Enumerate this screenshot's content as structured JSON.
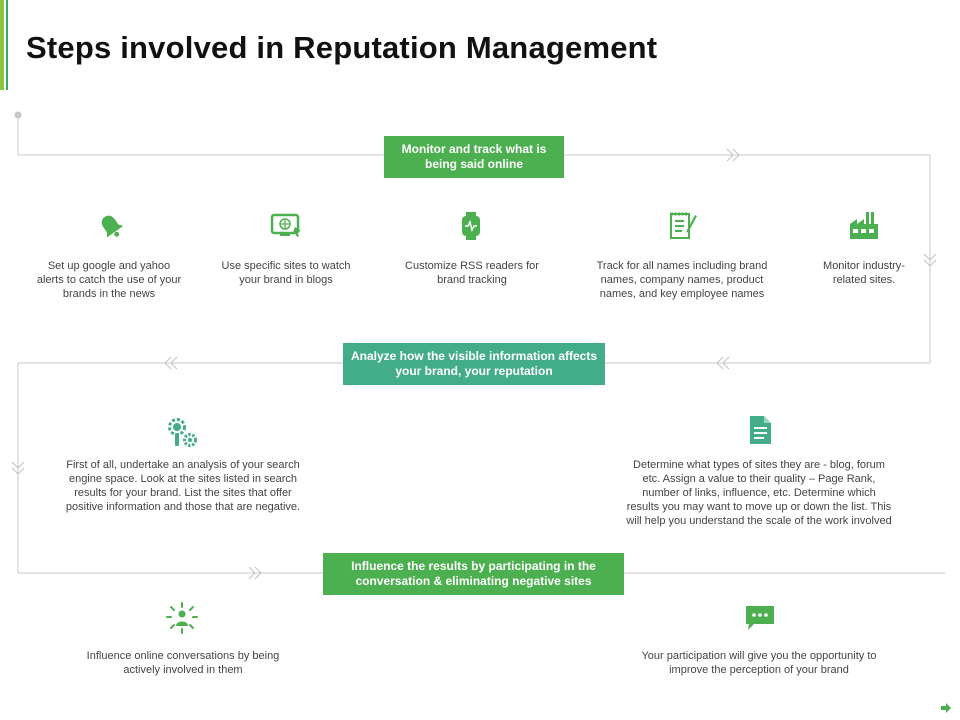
{
  "title": "Steps involved in Reputation Management",
  "colors": {
    "green": "#4caf50",
    "teal": "#43ad8a",
    "line": "#c8c8c8",
    "accent_light": "#8cc63f"
  },
  "stages": [
    {
      "label": "Monitor and track what is being said online"
    },
    {
      "label": "Analyze how the visible information affects your brand, your reputation"
    },
    {
      "label": "Influence the results by participating in the conversation & eliminating negative sites"
    }
  ],
  "steps": [
    {
      "icon": "bell-icon",
      "text": "Set up google and yahoo alerts to catch the use of your brands in the news"
    },
    {
      "icon": "monitor-globe-icon",
      "text": "Use specific sites to watch your brand in blogs"
    },
    {
      "icon": "smartwatch-icon",
      "text": "Customize RSS readers for brand tracking"
    },
    {
      "icon": "checklist-icon",
      "text": "Track for all names including brand names, company names, product names, and key employee names"
    },
    {
      "icon": "factory-icon",
      "text": "Monitor industry-related sites."
    },
    {
      "icon": "search-gear-icon",
      "text": "First of all, undertake an analysis of your search engine space. Look at the sites listed in search results for your brand. List the sites that offer positive information and those that are negative."
    },
    {
      "icon": "document-icon",
      "text": "Determine what types of sites they are - blog, forum etc. Assign a value to their quality – Page Rank, number of links, influence, etc. Determine which results you may want to move up or down the list. This will help you understand the scale of the work involved"
    },
    {
      "icon": "person-network-icon",
      "text": "Influence online conversations by being actively involved in them"
    },
    {
      "icon": "chat-bubble-icon",
      "text": "Your participation will give you the opportunity to improve the perception of your brand"
    }
  ]
}
